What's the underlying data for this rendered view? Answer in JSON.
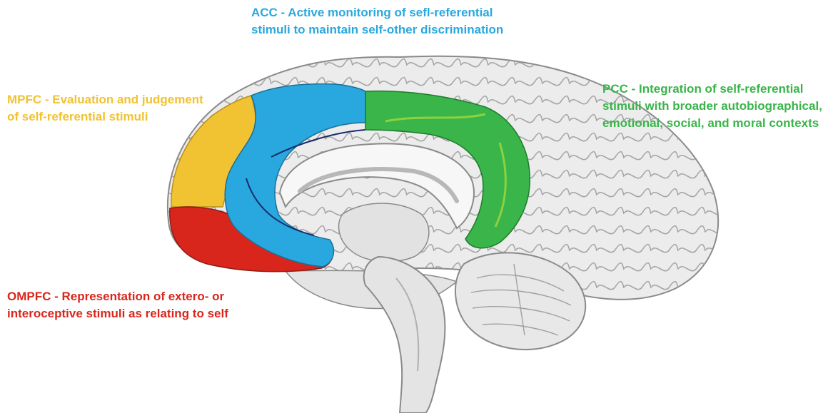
{
  "colors": {
    "acc": "#29a8df",
    "mpfc": "#f1c232",
    "pcc": "#39b54a",
    "ompfc": "#d9261c",
    "brain_fill": "#e9e9e9",
    "brain_outline": "#8a8a8a"
  },
  "regions": {
    "acc": {
      "line1": "ACC - Active monitoring of sefl-referential",
      "line2": "stimuli to maintain self-other discrimination"
    },
    "mpfc": {
      "line1": "MPFC - Evaluation and judgement",
      "line2": "of self-referential stimuli"
    },
    "pcc": {
      "line1": "PCC - Integration of self-referential",
      "line2": "stimuli with broader autobiographical,",
      "line3": "emotional, social, and moral contexts"
    },
    "ompfc": {
      "line1": "OMPFC - Representation of extero- or",
      "line2": "interoceptive stimuli as relating to self"
    }
  }
}
